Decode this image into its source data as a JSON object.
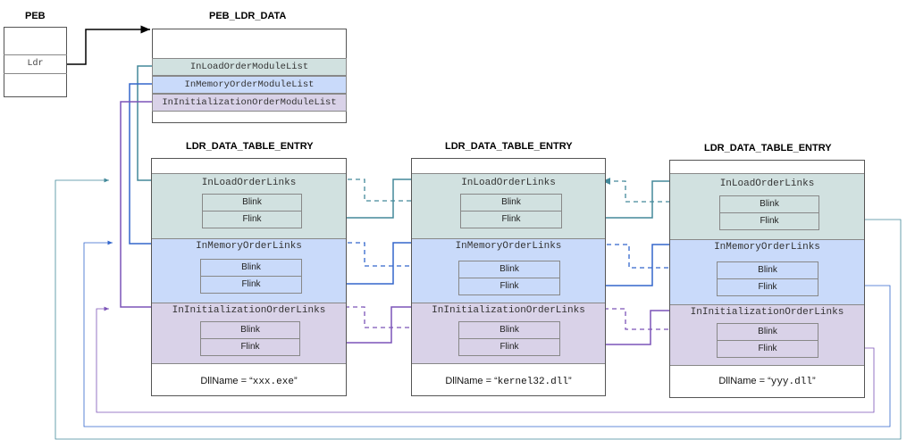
{
  "colors": {
    "load": "#d1e1e0",
    "memory": "#c9dafa",
    "init": "#d9d2e8",
    "load_line": "#43899a",
    "memory_line": "#3366cc",
    "init_line": "#7c54b8"
  },
  "peb": {
    "title": "PEB",
    "ldr": "Ldr"
  },
  "peb_ldr_data": {
    "title": "PEB_LDR_DATA",
    "fields": [
      "InLoadOrderModuleList",
      "InMemoryOrderModuleList",
      "InInitializationOrderModuleList"
    ]
  },
  "entries": [
    {
      "title": "LDR_DATA_TABLE_ENTRY",
      "load": "InLoadOrderLinks",
      "memory": "InMemoryOrderLinks",
      "init": "InInitializationOrderLinks",
      "blink": "Blink",
      "flink": "Flink",
      "dllname_prefix": "DllName = “",
      "dllname_value": "xxx.exe",
      "dllname_suffix": "”"
    },
    {
      "title": "LDR_DATA_TABLE_ENTRY",
      "load": "InLoadOrderLinks",
      "memory": "InMemoryOrderLinks",
      "init": "InInitializationOrderLinks",
      "blink": "Blink",
      "flink": "Flink",
      "dllname_prefix": "DllName = “",
      "dllname_value": "kernel32.dll",
      "dllname_suffix": "”"
    },
    {
      "title": "LDR_DATA_TABLE_ENTRY",
      "load": "InLoadOrderLinks",
      "memory": "InMemoryOrderLinks",
      "init": "InInitializationOrderLinks",
      "blink": "Blink",
      "flink": "Flink",
      "dllname_prefix": "DllName = “",
      "dllname_value": "yyy.dll",
      "dllname_suffix": "”"
    }
  ]
}
